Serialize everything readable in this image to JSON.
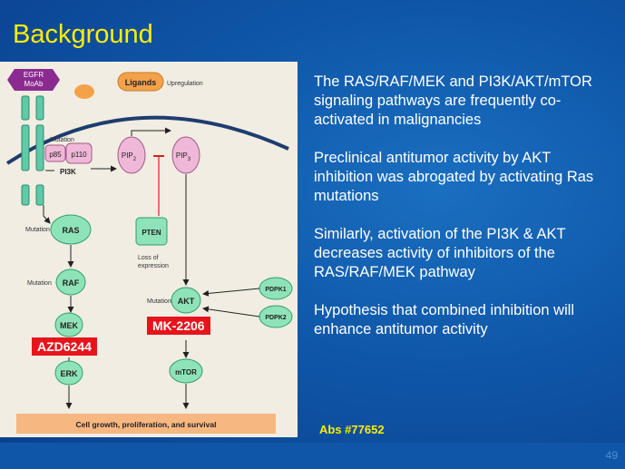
{
  "slide": {
    "title": "Background",
    "page_number": "49",
    "abstract_ref": "Abs #77652"
  },
  "diagram": {
    "egfr": "EGFR",
    "moab": "MoAb",
    "ligands": "Ligands",
    "upregulation": "Upregulation",
    "mutation_pi3k": "Mutation",
    "p85": "p85",
    "p110": "p110",
    "pi3k": "PI3K",
    "pip2": "PIP",
    "pip2_sub": "2",
    "pip3": "PIP",
    "pip3_sub": "3",
    "mutation_ras": "Mutation",
    "ras": "RAS",
    "pten": "PTEN",
    "loss_of": "Loss of",
    "expression": "expression",
    "mutation_raf": "Mutation",
    "raf": "RAF",
    "mutation_akt": "Mutation",
    "akt": "AKT",
    "pdpk1": "PDPK1",
    "pdpk2": "PDPK2",
    "mek": "MEK",
    "erk": "ERK",
    "mtor": "mTOR",
    "outcome": "Cell growth, proliferation, and survival",
    "drug_mek": "AZD6244",
    "drug_akt": "MK-2206"
  },
  "bullets": [
    "The RAS/RAF/MEK and PI3K/AKT/mTOR signaling pathways are frequently co-activated in malignancies",
    "Preclinical antitumor activity by AKT inhibition was abrogated by activating Ras mutations",
    "Similarly, activation of the PI3K & AKT decreases activity of inhibitors of the RAS/RAF/MEK pathway",
    "Hypothesis that combined inhibition will enhance antitumor activity"
  ],
  "colors": {
    "title": "#ffee00",
    "drug_label": "#e8141b",
    "node_green": "#8fe3b8",
    "node_pink": "#f0b8d8",
    "node_orange": "#f4a24a",
    "egfr_purple": "#8b2a8f"
  }
}
